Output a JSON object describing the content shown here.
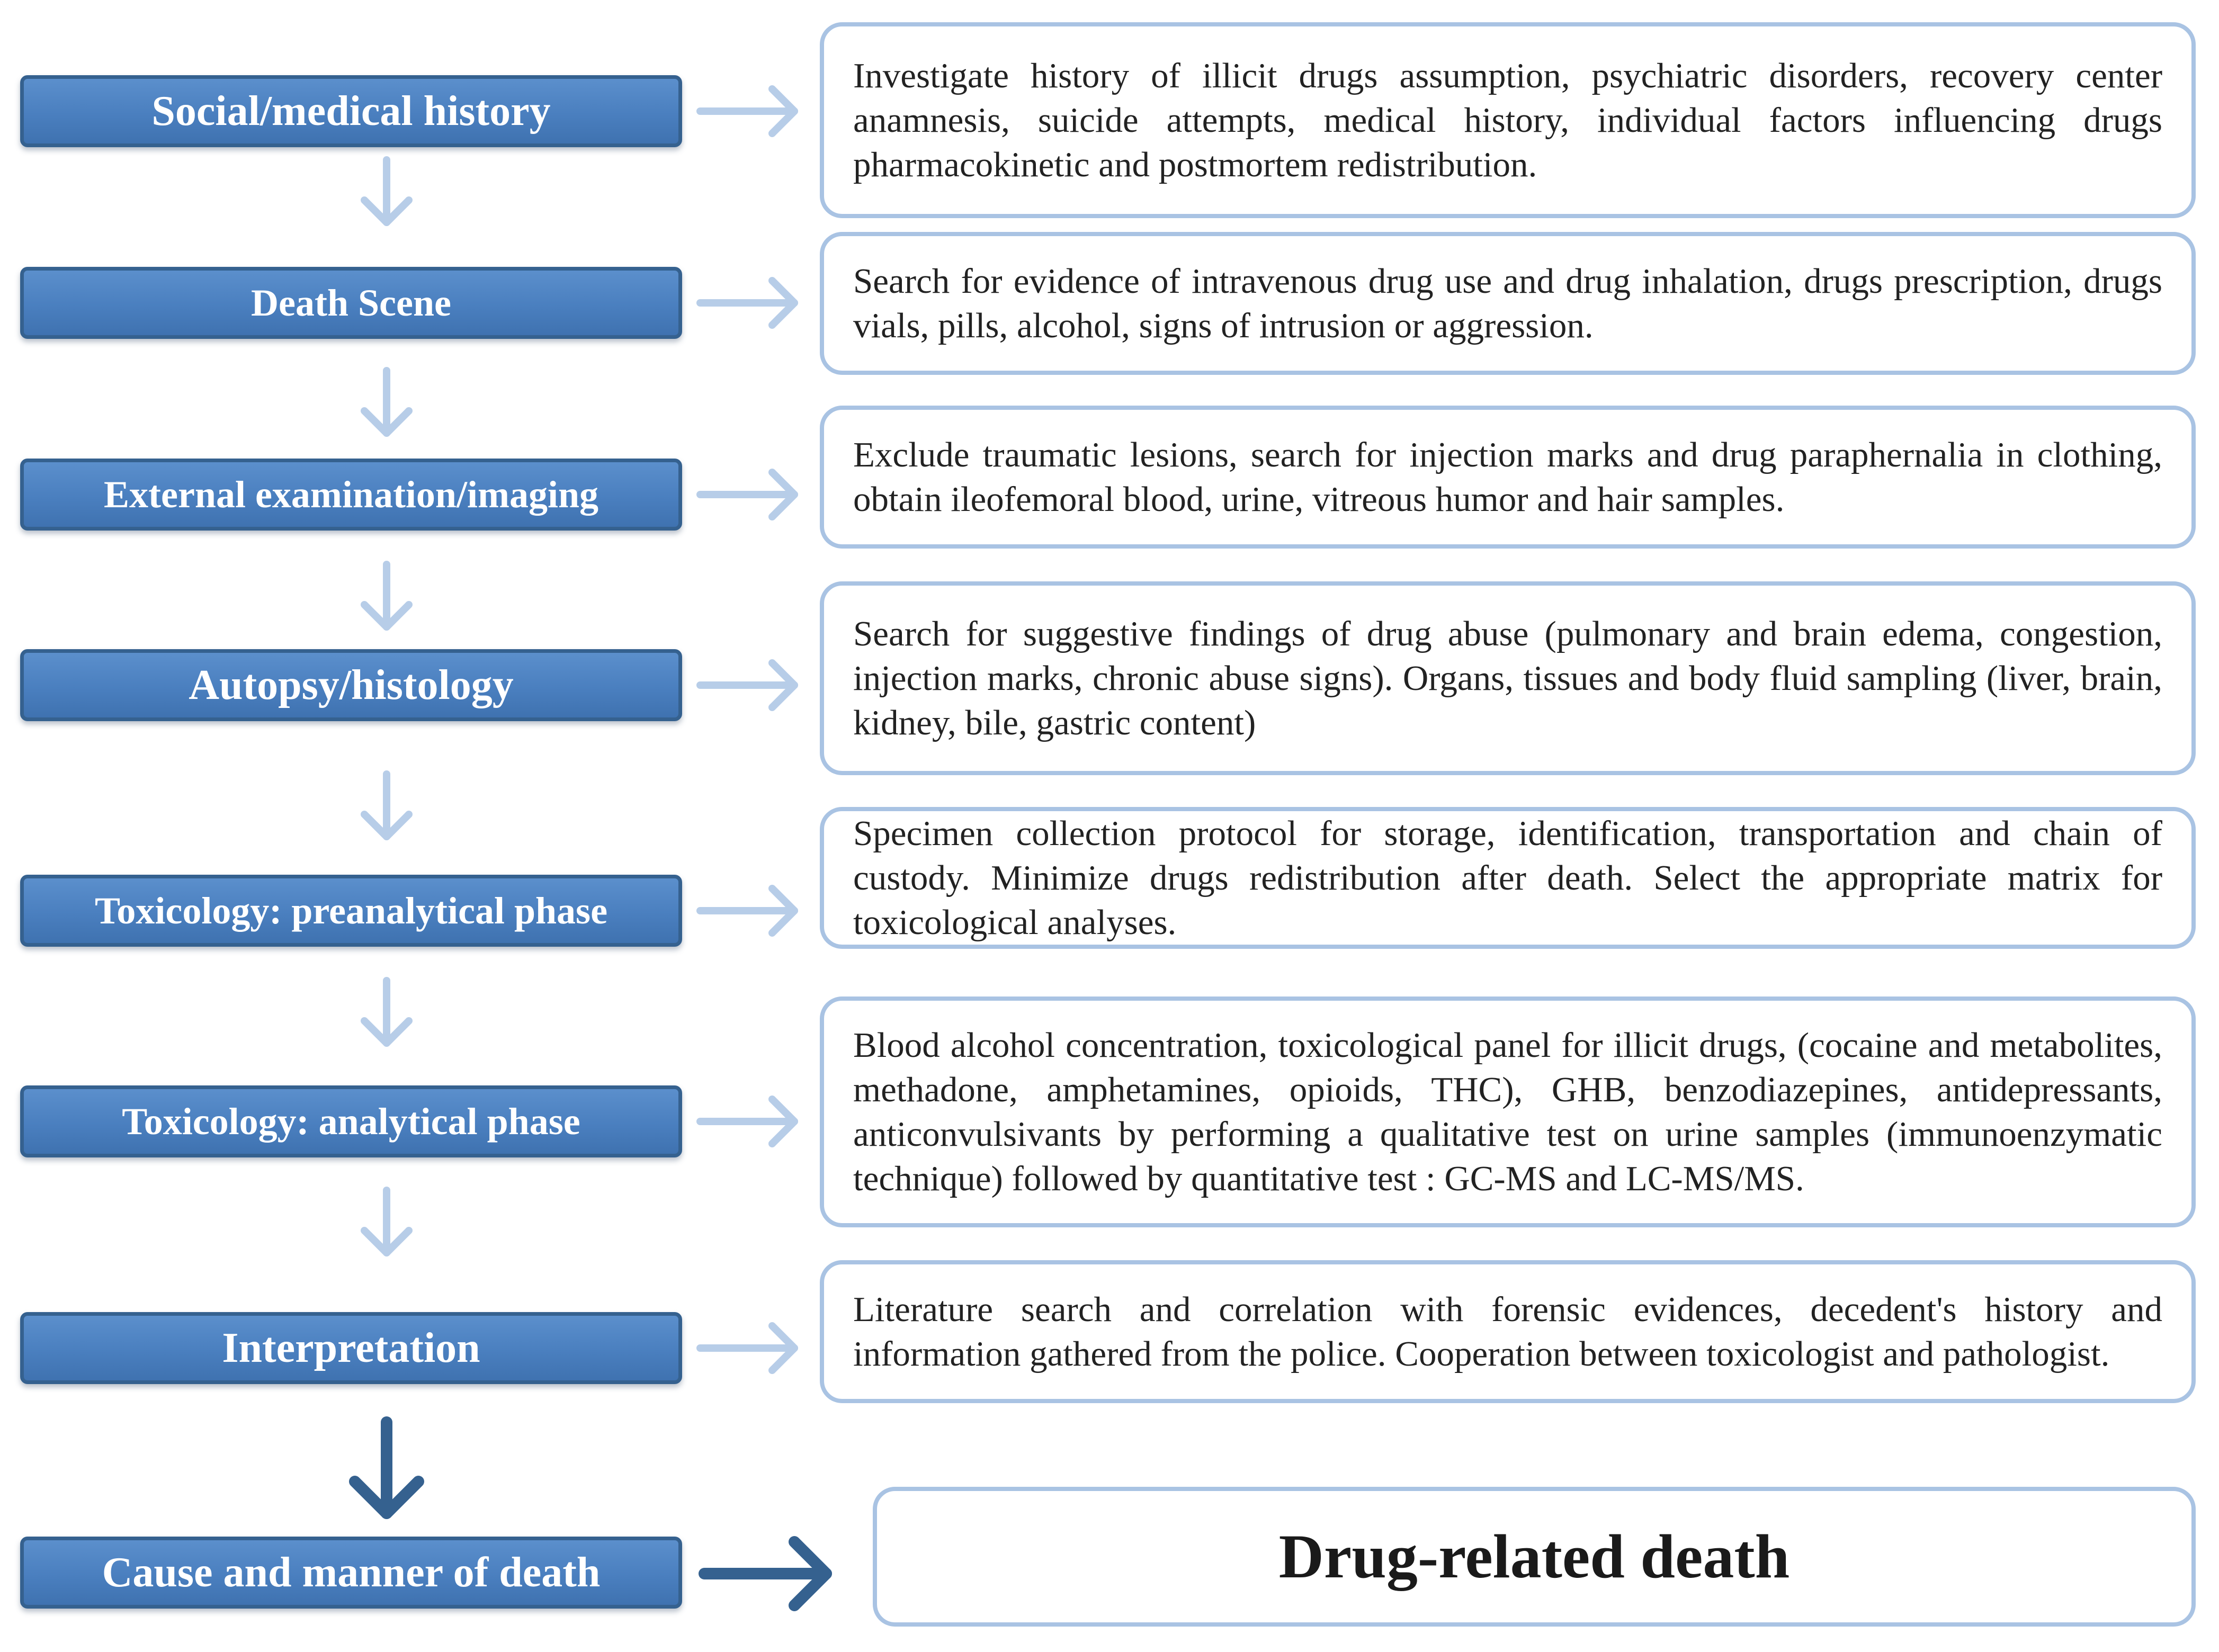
{
  "steps": [
    {
      "label": "Social/medical history",
      "description": "Investigate history of illicit drugs assumption, psychiatric disorders, recovery center anamnesis, suicide attempts, medical history, individual factors influencing drugs pharmacokinetic and postmortem redistribution."
    },
    {
      "label": "Death Scene",
      "description": "Search for evidence of intravenous drug use and drug inhalation, drugs prescription, drugs vials, pills, alcohol, signs of intrusion or aggression."
    },
    {
      "label": "External examination/imaging",
      "description": "Exclude traumatic lesions, search for injection marks and drug paraphernalia in clothing, obtain ileofemoral blood, urine, vitreous humor and hair samples."
    },
    {
      "label": "Autopsy/histology",
      "description": "Search for suggestive findings of drug abuse (pulmonary and brain edema, congestion, injection marks, chronic abuse signs). Organs, tissues and body fluid sampling (liver, brain, kidney, bile, gastric content)"
    },
    {
      "label": "Toxicology: preanalytical phase",
      "description": "Specimen collection protocol for storage, identification, transportation and chain of custody. Minimize drugs redistribution after death. Select the appropriate matrix for toxicological analyses."
    },
    {
      "label": "Toxicology: analytical phase",
      "description": "Blood alcohol concentration, toxicological panel for illicit drugs, (cocaine and metabolites, methadone, amphetamines, opioids, THC), GHB, benzodiazepines, antidepressants, anticonvulsivants by performing a qualitative test on urine samples (immunoenzymatic technique) followed by quantitative test : GC-MS and LC-MS/MS."
    },
    {
      "label": "Interpretation",
      "description": "Literature search and correlation with forensic evidences, decedent's history and information gathered from the police. Cooperation between toxicologist and pathologist."
    }
  ],
  "final_step": {
    "label": "Cause and manner of death",
    "result": "Drug-related death"
  },
  "colors": {
    "step_fill": "#4a7fbf",
    "step_border": "#35618f",
    "box_border": "#a9c3e3",
    "light_arrow": "#b7cde8",
    "dark_arrow": "#35618f"
  }
}
